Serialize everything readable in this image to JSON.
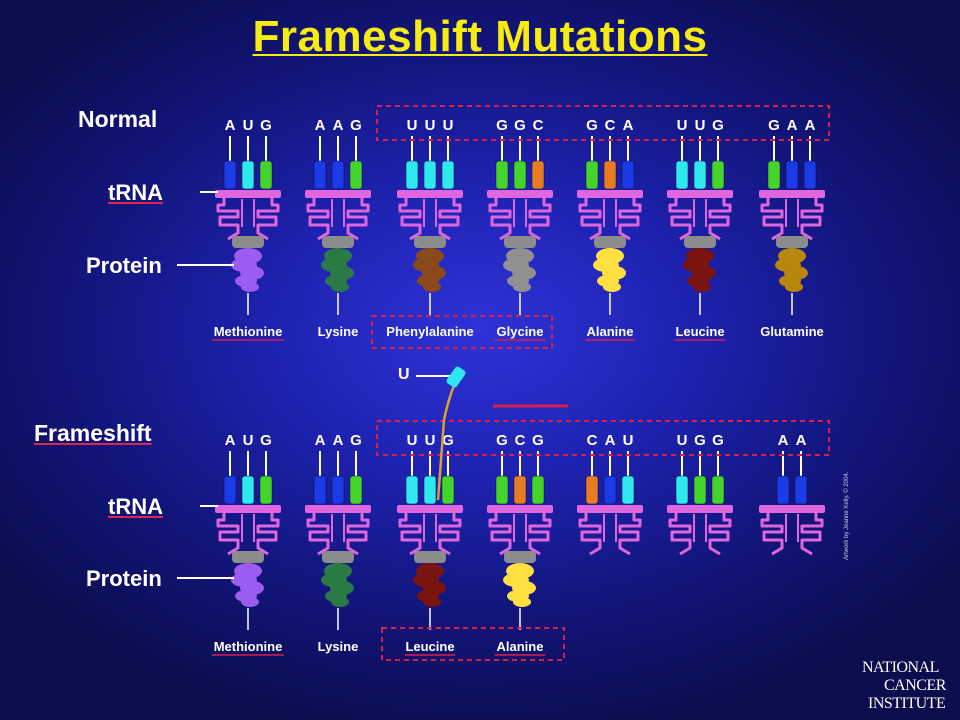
{
  "title": "Frameshift Mutations",
  "labels": {
    "normal": "Normal",
    "frameshift": "Frameshift",
    "trna": "tRNA",
    "protein": "Protein",
    "inserted_base": "U"
  },
  "colors": {
    "A": "#1a3be6",
    "U": "#2ee8ee",
    "G": "#45d42c",
    "C": "#e87c22",
    "trna_body": "#e066e0",
    "anchor": "#8c8c8c",
    "dashed_box": "#d81e4a",
    "title": "#f6ec10",
    "methionine": "#9c5cf0",
    "lysine": "#2a7a45",
    "phenylalanine": "#8b4a1a",
    "glycine": "#909090",
    "alanine": "#ffe040",
    "leucine": "#7a1410",
    "glutamine": "#b8860b"
  },
  "normal_row": [
    {
      "codon": "AUG",
      "amino": "Methionine",
      "amino_color": "#9c5cf0",
      "amino_underlined": true
    },
    {
      "codon": "AAG",
      "amino": "Lysine",
      "amino_color": "#2a7a45",
      "amino_underlined": false
    },
    {
      "codon": "UUU",
      "amino": "Phenylalanine",
      "amino_color": "#8b4a1a",
      "amino_underlined": false
    },
    {
      "codon": "GGC",
      "amino": "Glycine",
      "amino_color": "#909090",
      "amino_underlined": true
    },
    {
      "codon": "GCA",
      "amino": "Alanine",
      "amino_color": "#ffe040",
      "amino_underlined": true
    },
    {
      "codon": "UUG",
      "amino": "Leucine",
      "amino_color": "#7a1410",
      "amino_underlined": true
    },
    {
      "codon": "GAA",
      "amino": "Glutamine",
      "amino_color": "#b8860b",
      "amino_underlined": false
    }
  ],
  "frameshift_row": [
    {
      "codon": "AUG",
      "amino": "Methionine",
      "amino_color": "#9c5cf0",
      "amino_underlined": true
    },
    {
      "codon": "AAG",
      "amino": "Lysine",
      "amino_color": "#2a7a45",
      "amino_underlined": false
    },
    {
      "codon": "UUG",
      "amino": "Leucine",
      "amino_color": "#7a1410",
      "amino_underlined": true
    },
    {
      "codon": "GCG",
      "amino": "Alanine",
      "amino_color": "#ffe040",
      "amino_underlined": true
    },
    {
      "codon": "CAU",
      "amino": "",
      "amino_color": "",
      "amino_underlined": false
    },
    {
      "codon": "UGG",
      "amino": "",
      "amino_color": "",
      "amino_underlined": false
    },
    {
      "codon": "AA",
      "amino": "",
      "amino_color": "",
      "amino_underlined": false
    }
  ],
  "credit": "Artwork by Jeanne Kelly. © 2004.",
  "logo": {
    "line1": "NATIONAL",
    "line2": "CANCER",
    "line3": "INSTITUTE"
  }
}
